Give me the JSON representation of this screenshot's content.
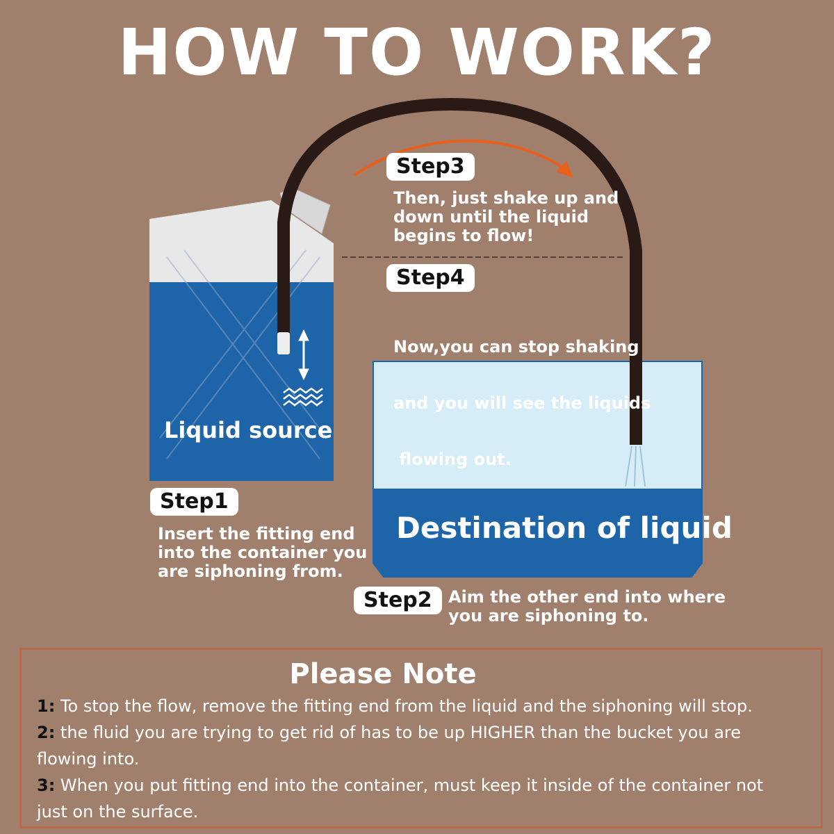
{
  "title": "HOW TO WORK?",
  "source_label": "Liquid source",
  "destination_label": "Destination of liquid",
  "steps": [
    {
      "badge": "Step1",
      "lines": [
        "Insert the fitting end",
        "into the container you",
        "are siphoning from."
      ]
    },
    {
      "badge": "Step2",
      "lines": [
        "Aim the other end into where",
        "you are siphoning to."
      ]
    },
    {
      "badge": "Step3",
      "lines": [
        "Then, just shake up and",
        "down until the liquid",
        "begins to flow!"
      ]
    },
    {
      "badge": "Step4",
      "lines": [
        "Now,you can stop shaking",
        "and you will see the liquids",
        " flowing out."
      ]
    }
  ],
  "note": {
    "title": "Please Note",
    "items": [
      {
        "num": "1:",
        "text": " To stop the flow, remove the fitting end from the liquid and the siphoning will stop."
      },
      {
        "num": "2:",
        "text": " the fluid you are trying to get rid of has to be up HIGHER than the bucket you are",
        "cont": "flowing into."
      },
      {
        "num": "3:",
        "text": " When you put fitting end into the container, must keep it inside of the container not",
        "cont": "just on the surface."
      }
    ]
  },
  "colors": {
    "background": "#a07f6d",
    "water": "#1e64a8",
    "light_water": "#d6ecf7",
    "tube": "#2a1a16",
    "arrow": "#e8601c",
    "note_border": "#b8694a"
  }
}
